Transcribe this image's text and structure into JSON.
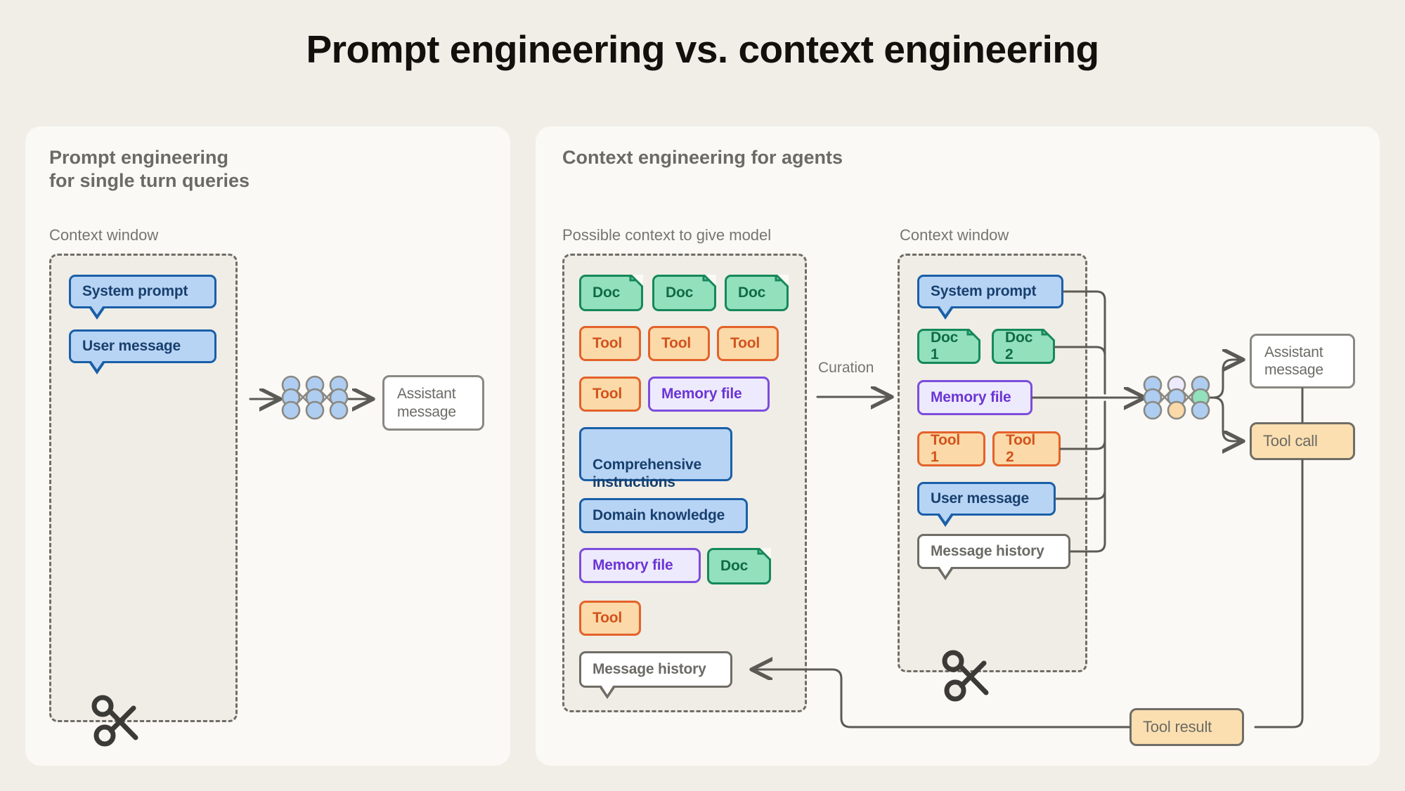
{
  "title": "Prompt engineering vs. context engineering",
  "colors": {
    "page_bg": "#f0eee7",
    "panel_bg": "#faf9f5",
    "window_bg": "#efede6",
    "blue": "#b8d4f5",
    "blue_border": "#1a5fa8",
    "green": "#93e0bd",
    "green_border": "#16885a",
    "orange": "#fbd9a8",
    "orange_border": "#e4622a",
    "purple": "#eeeafd",
    "purple_border": "#7c4ddb",
    "gray_border": "#6f6d66",
    "peach": "#fbdfb0",
    "text_gray": "#6b6a65"
  },
  "left_panel": {
    "heading": "Prompt engineering\nfor single turn queries",
    "context_window_label": "Context window",
    "items": [
      {
        "label": "System prompt",
        "kind": "blue-bubble"
      },
      {
        "label": "User message",
        "kind": "blue-bubble"
      }
    ],
    "model_icon": "neural-network-icon",
    "output": {
      "label": "Assistant\nmessage",
      "kind": "white-box"
    },
    "cut_icon": "scissors-icon"
  },
  "right_panel": {
    "heading": "Context engineering for agents",
    "possible_context_label": "Possible context to give model",
    "context_window_label": "Context window",
    "curation_label": "Curation",
    "possible_context_items": [
      {
        "label": "Doc",
        "kind": "doc"
      },
      {
        "label": "Doc",
        "kind": "doc"
      },
      {
        "label": "Doc",
        "kind": "doc"
      },
      {
        "label": "Tool",
        "kind": "tool"
      },
      {
        "label": "Tool",
        "kind": "tool"
      },
      {
        "label": "Tool",
        "kind": "tool"
      },
      {
        "label": "Tool",
        "kind": "tool"
      },
      {
        "label": "Memory file",
        "kind": "memory"
      },
      {
        "label": "Comprehensive\ninstructions",
        "kind": "blue-box"
      },
      {
        "label": "Domain knowledge",
        "kind": "blue-box"
      },
      {
        "label": "Memory file",
        "kind": "memory"
      },
      {
        "label": "Doc",
        "kind": "doc"
      },
      {
        "label": "Tool",
        "kind": "tool"
      },
      {
        "label": "Message history",
        "kind": "white-bubble"
      }
    ],
    "context_window_items": [
      {
        "label": "System prompt",
        "kind": "blue-bubble"
      },
      {
        "label": "Doc 1",
        "kind": "doc"
      },
      {
        "label": "Doc 2",
        "kind": "doc"
      },
      {
        "label": "Memory file",
        "kind": "memory"
      },
      {
        "label": "Tool 1",
        "kind": "tool"
      },
      {
        "label": "Tool 2",
        "kind": "tool"
      },
      {
        "label": "User message",
        "kind": "blue-bubble"
      },
      {
        "label": "Message history",
        "kind": "white-bubble"
      }
    ],
    "model_icon": "neural-network-icon",
    "outputs": [
      {
        "label": "Assistant\nmessage",
        "kind": "white-box"
      },
      {
        "label": "Tool call",
        "kind": "peach-box"
      }
    ],
    "tool_result": {
      "label": "Tool result",
      "kind": "peach-box"
    },
    "cut_icon": "scissors-icon"
  }
}
